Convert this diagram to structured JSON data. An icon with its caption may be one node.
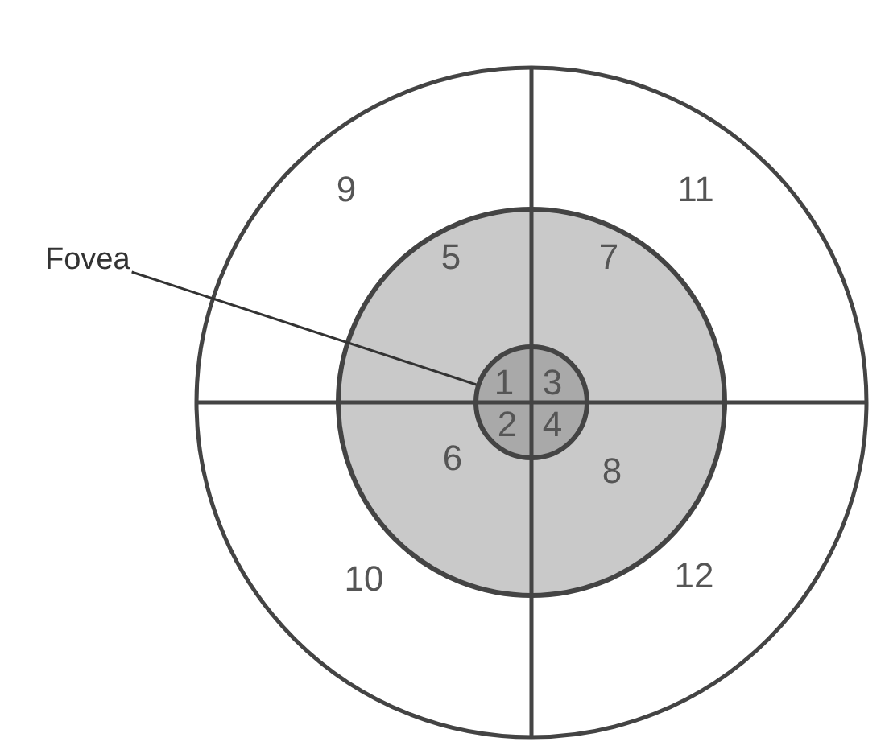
{
  "diagram": {
    "nodes": [
      {
        "text": [
          "Fovea"
        ]
      },
      {
        "text": [],
        "shape": "circle"
      }
    ],
    "edges": [
      {
        "from": 0,
        "to": 1,
        "arrow": "none"
      }
    ],
    "labels": [
      "9",
      "11",
      "5",
      "7",
      "1",
      "3",
      "2",
      "4",
      "6",
      "8",
      "10",
      "12"
    ]
  }
}
